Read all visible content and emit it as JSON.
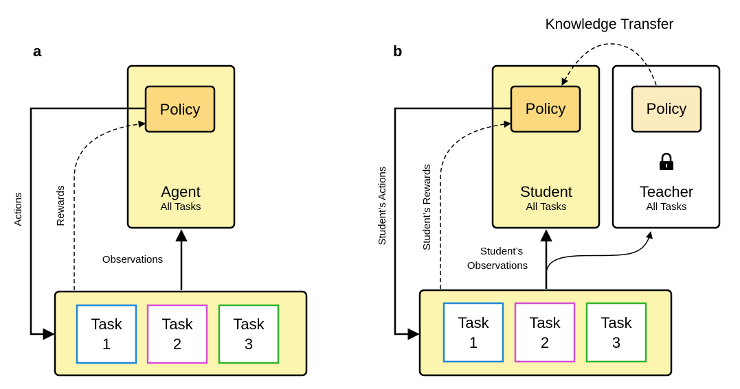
{
  "panel_a": {
    "label": "a",
    "policy": "Policy",
    "agent": {
      "title": "Agent",
      "subtitle": "All Tasks"
    },
    "actions": "Actions",
    "rewards": "Rewards",
    "observations": "Observations",
    "tasks": [
      {
        "name": "Task",
        "num": "1"
      },
      {
        "name": "Task",
        "num": "2"
      },
      {
        "name": "Task",
        "num": "3"
      }
    ]
  },
  "panel_b": {
    "label": "b",
    "knowledge_transfer": "Knowledge Transfer",
    "student_policy": "Policy",
    "teacher_policy": "Policy",
    "student": {
      "title": "Student",
      "subtitle": "All Tasks"
    },
    "teacher": {
      "title": "Teacher",
      "subtitle": "All Tasks"
    },
    "actions": "Student’s Actions",
    "rewards": "Student’s Rewards",
    "observations_line1": "Student’s",
    "observations_line2": "Observations",
    "tasks": [
      {
        "name": "Task",
        "num": "1"
      },
      {
        "name": "Task",
        "num": "2"
      },
      {
        "name": "Task",
        "num": "3"
      }
    ]
  },
  "colors": {
    "box_fill": "#FCF5B0",
    "policy_fill": "#FAD97F",
    "teacher_policy_fill": "#FDEBC0",
    "task1": "#1E88D8",
    "task2": "#D64FD6",
    "task3": "#2EB52E"
  },
  "icons": [
    "lock-icon"
  ]
}
